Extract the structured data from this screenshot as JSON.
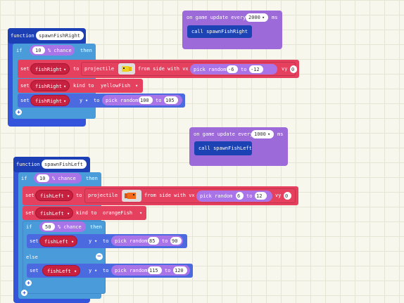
{
  "evt1": {
    "on": "on game update every",
    "interval": "2000",
    "unit": "ms",
    "call": "call spawnFishRight"
  },
  "evt2": {
    "on": "on game update every",
    "interval": "1000",
    "unit": "ms",
    "call": "call spawnFishLeft"
  },
  "fn1": {
    "kw": "function",
    "name": "spawnFishRight",
    "if_kw": "if",
    "chance_val": "10",
    "chance_lbl": "% chance",
    "then_kw": "then",
    "set1": {
      "set": "set",
      "var": "fishRight",
      "to": "to",
      "proj": "projectile",
      "from": "from side with vx",
      "rand": "pick random",
      "a": "-6",
      "to2": "to",
      "b": "-12",
      "vy": "vy",
      "vyval": "0"
    },
    "set2": {
      "set": "set",
      "var": "fishRight",
      "kind": "kind to",
      "kindval": "yellowFish"
    },
    "set3": {
      "set": "set",
      "var": "fishRight",
      "prop": "y",
      "to": "to",
      "rand": "pick random",
      "a": "100",
      "to2": "to",
      "b": "105"
    }
  },
  "fn2": {
    "kw": "function",
    "name": "spawnFishLeft",
    "if_kw": "if",
    "chance_val": "10",
    "chance_lbl": "% chance",
    "then_kw": "then",
    "set1": {
      "set": "set",
      "var": "fishLeft",
      "to": "to",
      "proj": "projectile",
      "from": "from side with vx",
      "rand": "pick random",
      "a": "6",
      "to2": "to",
      "b": "12",
      "vy": "vy",
      "vyval": "0"
    },
    "set2": {
      "set": "set",
      "var": "fishLeft",
      "kind": "kind to",
      "kindval": "orangeFish"
    },
    "if2_kw": "if",
    "chance2_val": "50",
    "chance2_lbl": "% chance",
    "then2_kw": "then",
    "set3": {
      "set": "set",
      "var": "fishLeft",
      "prop": "y",
      "to": "to",
      "rand": "pick random",
      "a": "85",
      "to2": "to",
      "b": "90"
    },
    "else_kw": "else",
    "set4": {
      "set": "set",
      "var": "fishLeft",
      "prop": "y",
      "to": "to",
      "rand": "pick random",
      "a": "115",
      "to2": "to",
      "b": "120"
    }
  },
  "icons": {
    "dropdown": "caret-down",
    "add": "plus",
    "remove": "minus"
  },
  "colors": {
    "function": "#3455db",
    "logic": "#4a9bd9",
    "sprites": "#e5405e",
    "math": "#9b5fd6",
    "events": "#9d6ad9",
    "background": "#f7f7ee"
  }
}
